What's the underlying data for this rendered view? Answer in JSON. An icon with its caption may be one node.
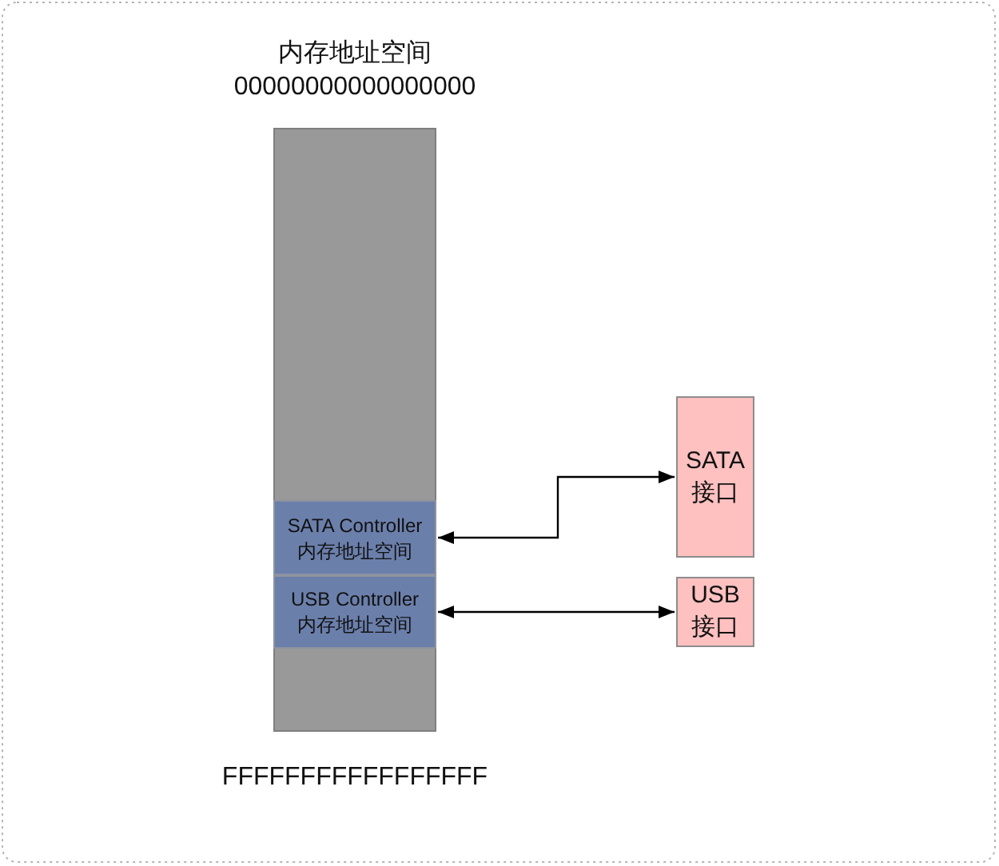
{
  "diagram": {
    "nodes": [
      {
        "text": [
          "内存地址空间"
        ],
        "beside": [
          "00000000000000000",
          "FFFFFFFFFFFFFFFFF"
        ]
      },
      {
        "text": [
          "SATA Controller 内存地址空间"
        ],
        "in": 0
      },
      {
        "text": [
          "USB Controller 内存地址空间"
        ],
        "in": 0
      },
      {
        "text": [
          "SATA 接口"
        ]
      },
      {
        "text": [
          "USB 接口"
        ]
      }
    ],
    "edges": [
      {
        "from": 1,
        "to": 3,
        "arrow": "both"
      },
      {
        "from": 2,
        "to": 4,
        "arrow": "both"
      }
    ]
  }
}
